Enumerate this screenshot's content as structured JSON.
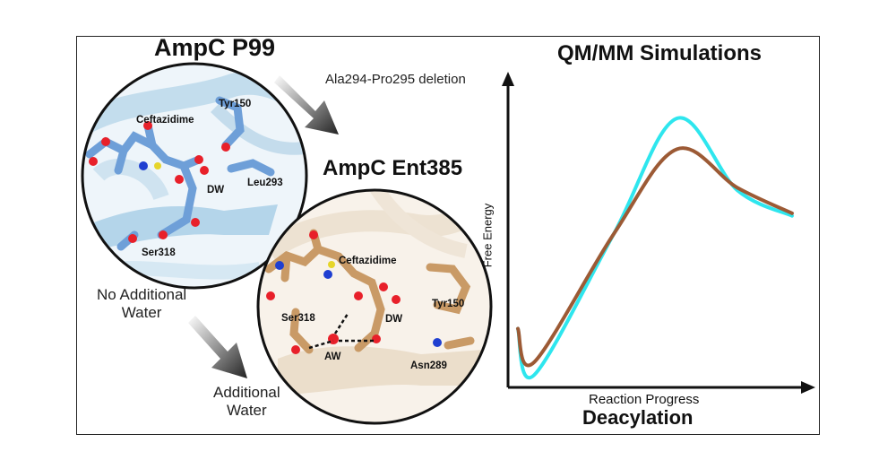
{
  "panel_left": {
    "top_structure": {
      "title": "AmpC P99",
      "labels": {
        "ligand": "Ceftazidime",
        "tyr": "Tyr150",
        "leu": "Leu293",
        "dw": "DW",
        "ser": "Ser318"
      }
    },
    "deletion_arrow_label": "Ala294-Pro295 deletion",
    "bottom_structure": {
      "title": "AmpC Ent385",
      "labels": {
        "ligand": "Ceftazidime",
        "ser": "Ser318",
        "dw": "DW",
        "tyr": "Tyr150",
        "aw": "AW",
        "asn": "Asn289"
      }
    },
    "no_water_label": [
      "No Additional",
      "Water"
    ],
    "water_label": [
      "Additional",
      "Water"
    ]
  },
  "chart_data": {
    "type": "line",
    "title": "QM/MM Simulations",
    "xlabel": "Reaction Progress",
    "ylabel": "Free Energy",
    "caption": "Deacylation",
    "series": [
      {
        "color": "#2ee6ee",
        "points": [
          [
            0.0,
            0.18
          ],
          [
            0.06,
            0.0
          ],
          [
            0.35,
            0.55
          ],
          [
            0.58,
            1.0
          ],
          [
            0.8,
            0.72
          ],
          [
            1.0,
            0.62
          ]
        ]
      },
      {
        "color": "#9c5a35",
        "points": [
          [
            0.0,
            0.18
          ],
          [
            0.06,
            0.05
          ],
          [
            0.35,
            0.55
          ],
          [
            0.58,
            0.88
          ],
          [
            0.8,
            0.73
          ],
          [
            1.0,
            0.63
          ]
        ]
      }
    ]
  },
  "colors": {
    "p99_ribbon": "#a9cfe6",
    "p99_stick": "#6e9fd8",
    "ent_ribbon": "#e9dcc8",
    "ent_stick": "#c99a66",
    "oxygen": "#e8202a",
    "nitrogen": "#1f3fd1",
    "sulfur": "#e6d52a"
  }
}
